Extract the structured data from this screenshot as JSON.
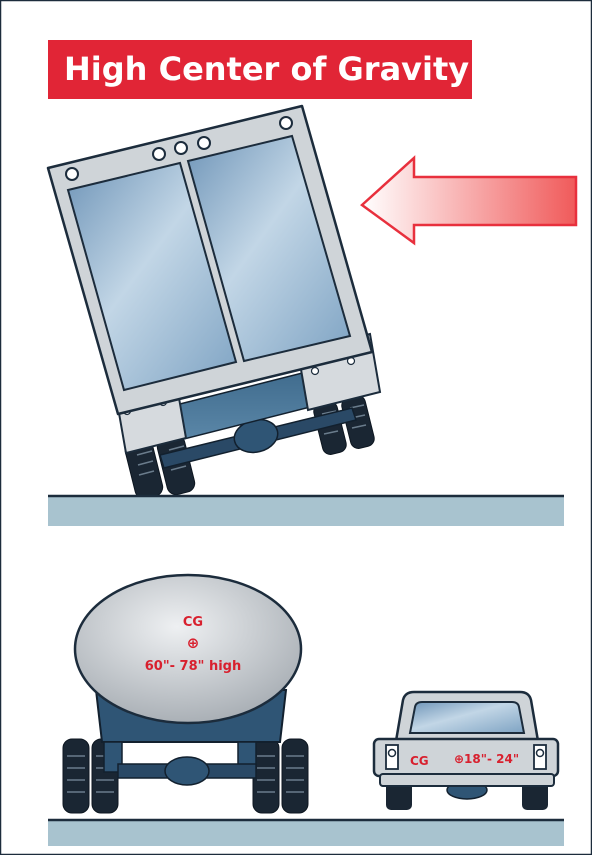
{
  "title": "High Center of Gravity",
  "tanker": {
    "cg_label": "CG",
    "cg_symbol": "⊕",
    "height_label": "60\"- 78\" high"
  },
  "car": {
    "cg_label": "CG",
    "height_label": "⊕18\"- 24\""
  },
  "icons": [
    "force-arrow-icon",
    "center-of-gravity-icon"
  ],
  "colors": {
    "title_bg": "#e12536",
    "label_red": "#d8202e",
    "road": "#a8c3cf",
    "panel": "#8fb1cf",
    "trailer_frame": "#cfd4d8",
    "tank": "#cbcfd3",
    "arrow": "#f05a5a",
    "outline": "#1c2c3c"
  }
}
